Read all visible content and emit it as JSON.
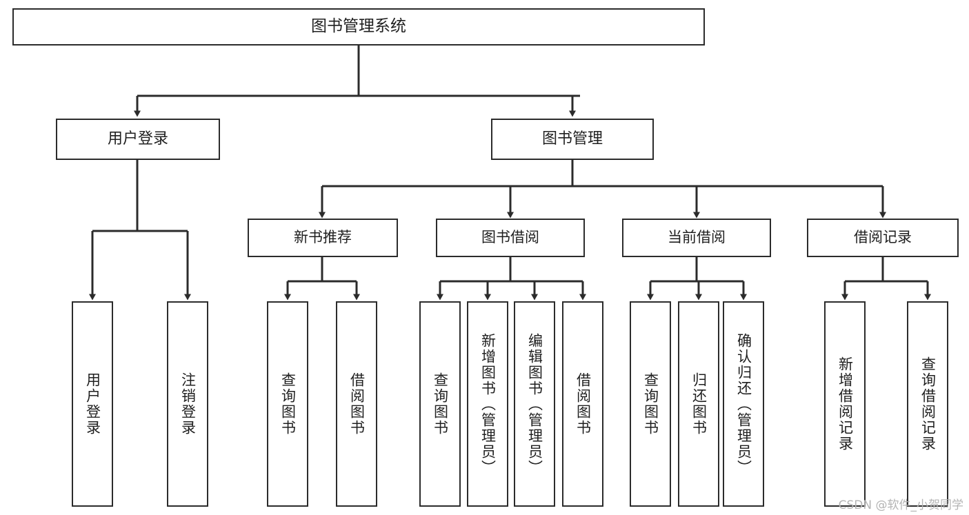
{
  "diagram": {
    "title": "图书管理系统",
    "type": "tree-hierarchy-chart",
    "background_color": "#ffffff",
    "line_color": "#2b2b2b",
    "box_fill": "#ffffff",
    "text_color": "#1f1f1f"
  },
  "watermark": {
    "text": "CSDN @软件_小贺同学",
    "color": "#b4b4b4"
  },
  "nodes": {
    "root": {
      "label": "图书管理系统"
    },
    "level2": [
      {
        "id": "user-login",
        "label": "用户登录"
      },
      {
        "id": "book-manage",
        "label": "图书管理"
      }
    ],
    "level3": [
      {
        "id": "new-book-recommend",
        "label": "新书推荐"
      },
      {
        "id": "book-borrow",
        "label": "图书借阅"
      },
      {
        "id": "current-borrow",
        "label": "当前借阅"
      },
      {
        "id": "borrow-record",
        "label": "借阅记录"
      }
    ],
    "leaves": [
      {
        "id": "leaf-user-login",
        "parent": "user-login",
        "label": "用户登录"
      },
      {
        "id": "leaf-user-logout",
        "parent": "user-login",
        "label": "注销登录"
      },
      {
        "id": "leaf-query-book-1",
        "parent": "new-book-recommend",
        "label": "查询图书"
      },
      {
        "id": "leaf-borrow-book-1",
        "parent": "new-book-recommend",
        "label": "借阅图书"
      },
      {
        "id": "leaf-query-book-2",
        "parent": "book-borrow",
        "label": "查询图书"
      },
      {
        "id": "leaf-add-book",
        "parent": "book-borrow",
        "label": "新增图书（管理员）"
      },
      {
        "id": "leaf-edit-book",
        "parent": "book-borrow",
        "label": "编辑图书（管理员）"
      },
      {
        "id": "leaf-borrow-book-2",
        "parent": "book-borrow",
        "label": "借阅图书"
      },
      {
        "id": "leaf-query-book-3",
        "parent": "current-borrow",
        "label": "查询图书"
      },
      {
        "id": "leaf-return-book",
        "parent": "current-borrow",
        "label": "归还图书"
      },
      {
        "id": "leaf-confirm-return",
        "parent": "current-borrow",
        "label": "确认归还（管理员）"
      },
      {
        "id": "leaf-add-record",
        "parent": "borrow-record",
        "label": "新增借阅记录"
      },
      {
        "id": "leaf-query-record",
        "parent": "borrow-record",
        "label": "查询借阅记录"
      }
    ]
  }
}
